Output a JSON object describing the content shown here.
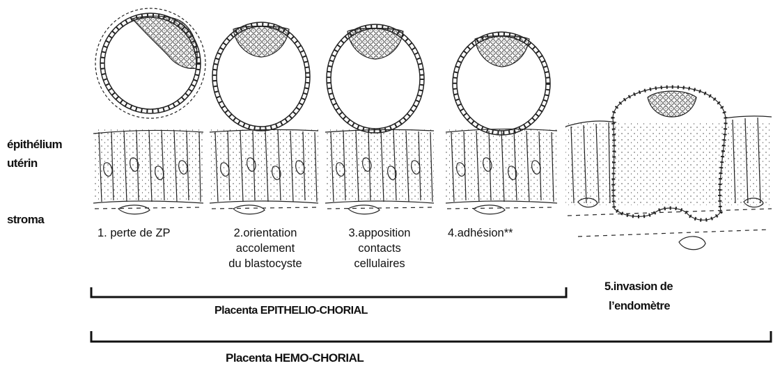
{
  "side_labels": {
    "epithelium_line1": "épithélium",
    "epithelium_line2": "utérin",
    "stroma": "stroma"
  },
  "stages": [
    {
      "lines": [
        "1. perte de ZP"
      ]
    },
    {
      "lines": [
        "2.orientation",
        "accolement",
        "du blastocyste"
      ]
    },
    {
      "lines": [
        "3.apposition",
        "contacts",
        "cellulaires"
      ]
    },
    {
      "lines": [
        "4.adhésion**"
      ]
    },
    {
      "lines": [
        "5.invasion de",
        "l’endomètre"
      ]
    }
  ],
  "brackets": {
    "epithelio": "Placenta EPITHELIO-CHORIAL",
    "hemo": "Placenta HEMO-CHORIAL"
  }
}
